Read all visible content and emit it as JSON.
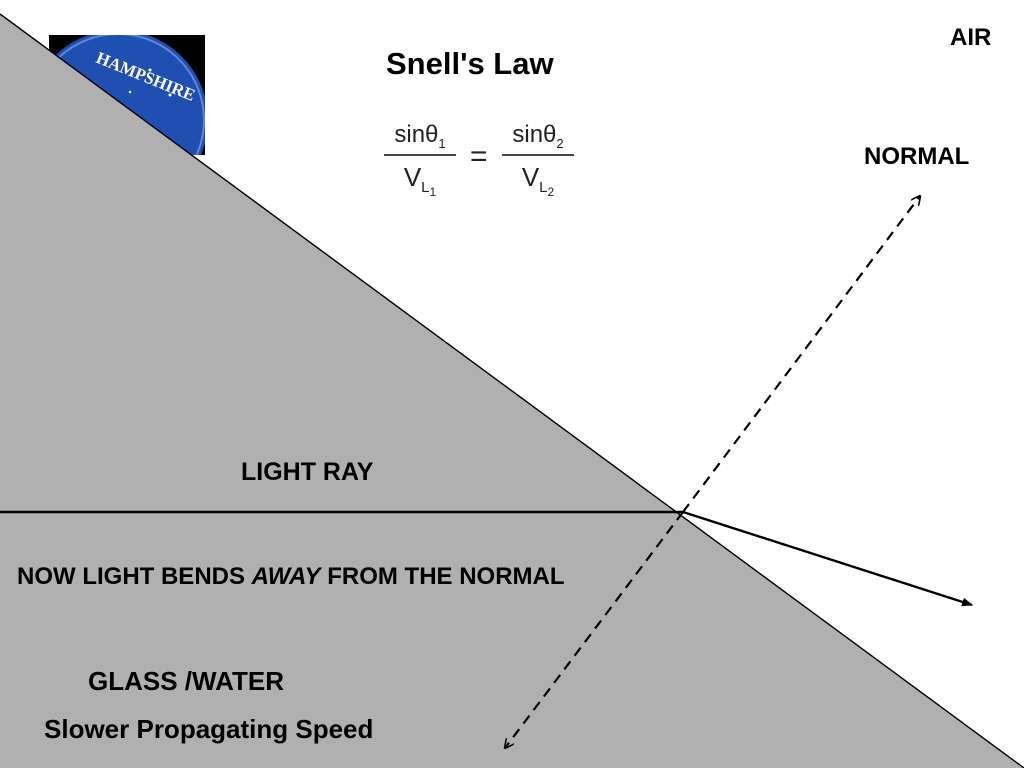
{
  "title": "Snell's Law",
  "formula": {
    "num1": "sinθ",
    "num1_sub": "1",
    "den1": "V",
    "den1_sub": "L",
    "den1_subsub": "1",
    "equals": "=",
    "num2": "sinθ",
    "num2_sub": "2",
    "den2": "V",
    "den2_sub": "L",
    "den2_subsub": "2"
  },
  "labels": {
    "air": "AIR",
    "normal": "NORMAL",
    "light_ray": "LIGHT RAY",
    "bend_prefix": "NOW LIGHT BENDS ",
    "bend_emphasis": "AWAY",
    "bend_suffix": " FROM THE NORMAL",
    "medium": "GLASS /WATER",
    "speed": "Slower Propagating Speed"
  },
  "logo": {
    "text": "HAMPSHIRE",
    "colors": {
      "background": "#000000",
      "disc": "#1f4fb0",
      "disc_edge": "#5f86d8",
      "text": "#ffffff"
    }
  },
  "colors": {
    "glass": "#b0b0b0",
    "background": "#ffffff",
    "line": "#000000"
  }
}
